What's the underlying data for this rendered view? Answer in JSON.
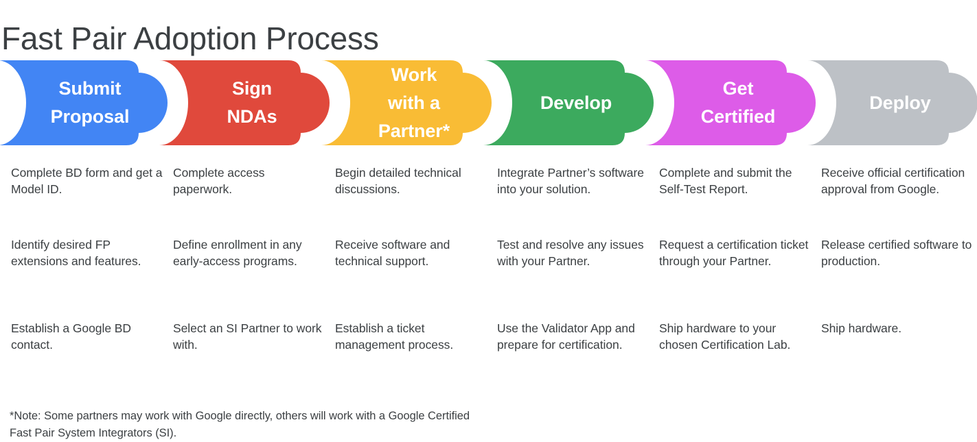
{
  "page": {
    "title": "Fast Pair Adoption Process",
    "title_color": "#3c4043",
    "background": "#ffffff",
    "body_text_color": "#3c4043"
  },
  "process": {
    "steps": [
      {
        "label": "Submit\nProposal",
        "color": "#4285f4",
        "label_color": "#ffffff",
        "details": [
          "Complete BD form and get a Model ID.",
          "Identify desired FP extensions and features.",
          "Establish a Google BD contact."
        ]
      },
      {
        "label": "Sign\nNDAs",
        "color": "#e0493c",
        "label_color": "#ffffff",
        "details": [
          "Complete access paperwork.",
          "Define enrollment in any early-access programs.",
          "Select an SI Partner to work with."
        ]
      },
      {
        "label": "Work\nwith a\nPartner*",
        "color": "#f9bc35",
        "label_color": "#ffffff",
        "details": [
          "Begin detailed technical discussions.",
          "Receive software and technical support.",
          "Establish a ticket management process."
        ]
      },
      {
        "label": "Develop",
        "color": "#3caa5e",
        "label_color": "#ffffff",
        "details": [
          "Integrate Partner’s software into your solution.",
          "Test and resolve any issues with your Partner.",
          "Use the Validator App and prepare for certification."
        ]
      },
      {
        "label": "Get\nCertified",
        "color": "#dd5ce8",
        "label_color": "#ffffff",
        "details": [
          "Complete and submit the Self-Test Report.",
          "Request a certification ticket through your Partner.",
          "Ship hardware to your chosen Certification Lab."
        ]
      },
      {
        "label": "Deploy",
        "color": "#bdc1c6",
        "label_color": "#ffffff",
        "details": [
          "Receive official certification approval from Google.",
          "Release certified software to production.",
          "Ship hardware."
        ]
      }
    ]
  },
  "footnote": "*Note: Some partners may work with Google directly, others will work with a Google Certified Fast Pair System Integrators (SI)."
}
